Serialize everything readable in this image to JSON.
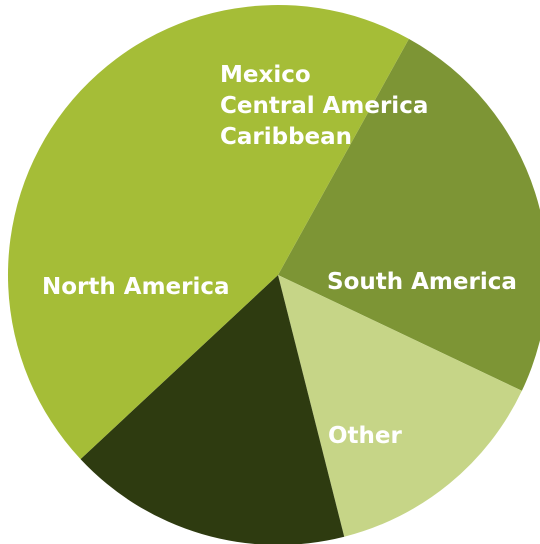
{
  "chart_data": {
    "type": "pie",
    "title": "",
    "slices": [
      {
        "label_lines": [
          "Mexico",
          "Central America",
          "Caribbean"
        ],
        "value": 24,
        "color": "#7d9535"
      },
      {
        "label_lines": [
          "South America"
        ],
        "value": 14,
        "color": "#c6d587"
      },
      {
        "label_lines": [
          "Other"
        ],
        "value": 17,
        "color": "#2e3b10"
      },
      {
        "label_lines": [
          "North America"
        ],
        "value": 45,
        "color": "#a5bd37"
      }
    ]
  }
}
